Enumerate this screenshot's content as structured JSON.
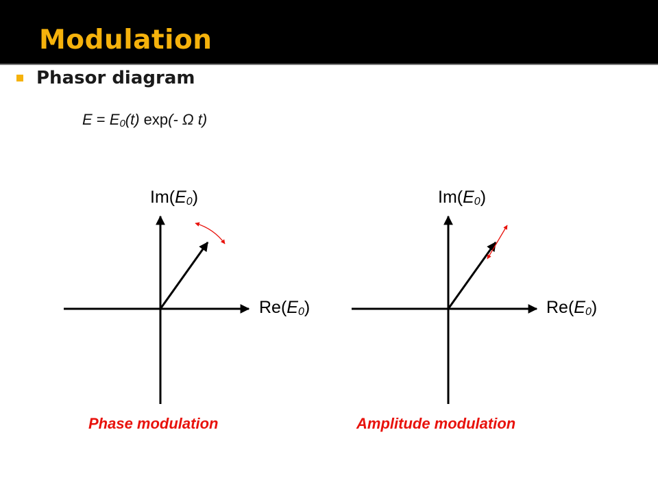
{
  "slide": {
    "title": "Modulation",
    "bullet": "Phasor diagram",
    "colors": {
      "title": "#f5b20c",
      "header_bg": "#000000",
      "caption": "#e8120c",
      "arrow_indicator": "#e8120c"
    }
  },
  "equation": {
    "lhs": "E",
    "equals": " = ",
    "e0": "E",
    "e0_sub": "0",
    "t_arg": "(t)",
    "exp": " exp",
    "arg": "(- Ω t)"
  },
  "diagrams": [
    {
      "y_label_prefix": "Im(",
      "x_label_prefix": "Re(",
      "label_var": "E",
      "label_sub": "0",
      "label_suffix": ")",
      "caption": "Phase modulation",
      "indicator": "curved-double-arrow"
    },
    {
      "y_label_prefix": "Im(",
      "x_label_prefix": "Re(",
      "label_var": "E",
      "label_sub": "0",
      "label_suffix": ")",
      "caption": "Amplitude modulation",
      "indicator": "straight-double-arrow"
    }
  ]
}
